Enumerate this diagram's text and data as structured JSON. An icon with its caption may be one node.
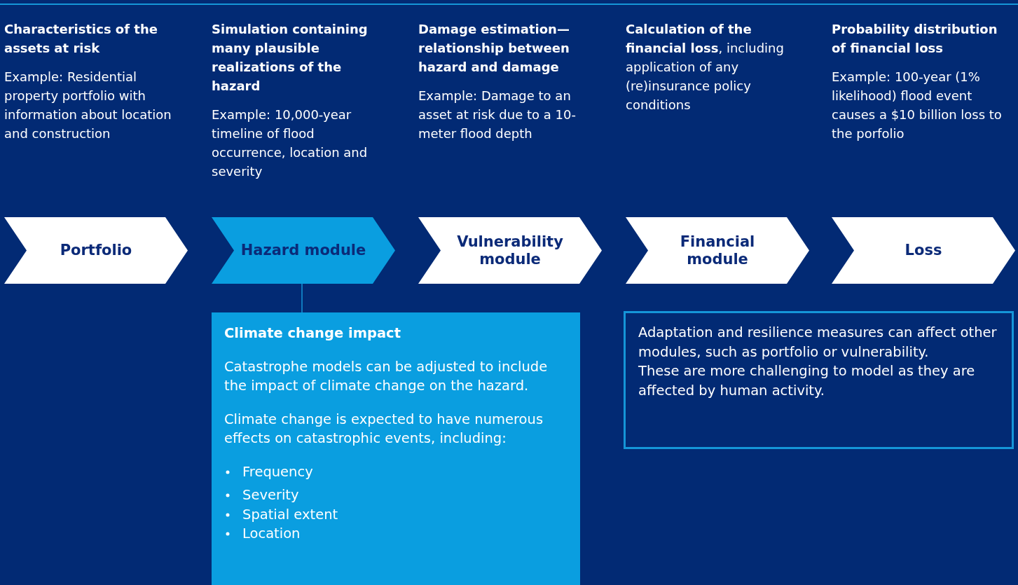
{
  "diagram": {
    "nodes": [
      {
        "text": [
          "Portfolio"
        ],
        "beside": [
          "Characteristics of the assets at risk",
          "Example: Residential property portfolio with information about location and construction"
        ]
      },
      {
        "text": [
          "Hazard module"
        ],
        "beside": [
          "Simulation containing many plausible realizations of the hazard",
          "Example: 10,000-year timeline of flood occurrence, location and severity"
        ]
      },
      {
        "text": [
          "Vulnerability module"
        ],
        "beside": [
          "Damage estimation—relationship between hazard and damage",
          "Example: Damage to an asset at risk due to a 10-meter flood depth"
        ]
      },
      {
        "text": [
          "Financial module"
        ]
      },
      {
        "text": [
          "Loss"
        ],
        "beside": [
          "Probability distribution of financial loss",
          "Example: 100-year (1% likelihood) flood event causes a $10 billion loss to the porfolio"
        ]
      },
      {
        "text": [
          "Climate change impact",
          "Catastrophe models can be adjusted to include the impact of climate change on the hazard.",
          "Climate change is expected to have numerous effects on catastrophic events, including:",
          "Frequency",
          "Severity",
          "Spatial extent",
          "Location"
        ]
      },
      {
        "text": [
          "Adaptation and resilience measures can affect other modules, such as portfolio or vulnerability.",
          "These are more challenging to model as they are affected by human activity."
        ]
      }
    ],
    "edges": [
      {
        "from": 1,
        "to": 5,
        "arrow": "none"
      }
    ],
    "labels": [
      "**Calculation of the financial loss**, including application of any (re)insurance policy conditions"
    ]
  }
}
